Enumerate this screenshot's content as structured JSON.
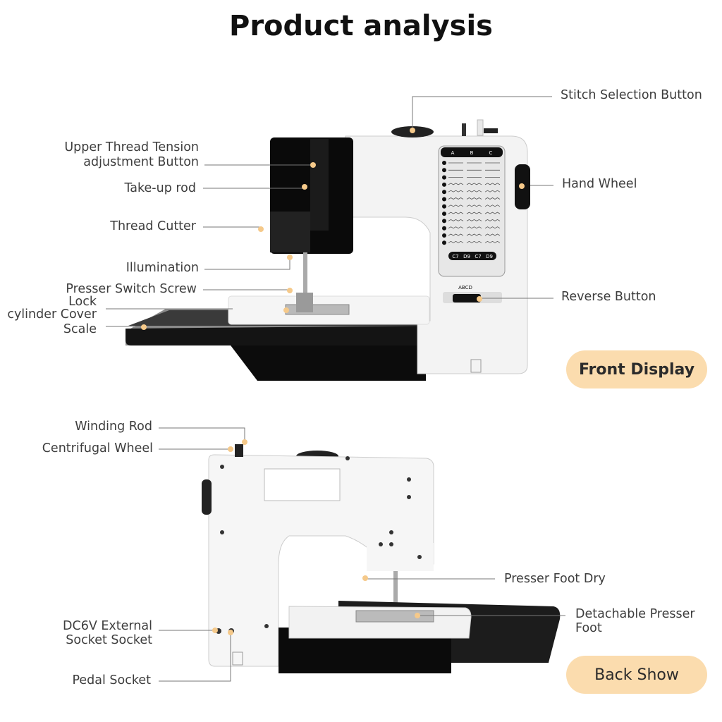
{
  "title": "Product analysis",
  "colors": {
    "badge": "#fbdcae",
    "dot": "#f5c98a",
    "body": "#f4f4f4",
    "head": "#0a0a0a"
  },
  "front": {
    "badge": "Front Display",
    "labels": {
      "stitch_selection": "Stitch Selection Button",
      "tension_line1": "Upper Thread Tension",
      "tension_line2": "adjustment Button",
      "take_up": "Take-up rod",
      "thread_cutter": "Thread Cutter",
      "illumination": "Illumination",
      "presser_switch": "Presser Switch Screw",
      "lock": "Lock",
      "cylinder_cover": "cylinder Cover",
      "scale": "Scale",
      "hand_wheel": "Hand Wheel",
      "reverse": "Reverse Button"
    },
    "panel": {
      "columns": [
        "A",
        "B",
        "C"
      ],
      "rows": [
        "1",
        "2",
        "3",
        "4",
        "5",
        "6",
        "7",
        "8",
        "9",
        "10",
        "11",
        "12"
      ],
      "feet": [
        "C7",
        "D9",
        "C7",
        "D9"
      ],
      "abcd": "ABCD"
    }
  },
  "back": {
    "badge": "Back Show",
    "labels": {
      "winding_rod": "Winding Rod",
      "centrifugal": "Centrifugal Wheel",
      "presser_foot_dry": "Presser Foot Dry",
      "detachable_line1": "Detachable Presser",
      "detachable_line2": "Foot",
      "dc6v_line1": "DC6V External",
      "dc6v_line2": "Socket Socket",
      "pedal": "Pedal Socket"
    }
  }
}
